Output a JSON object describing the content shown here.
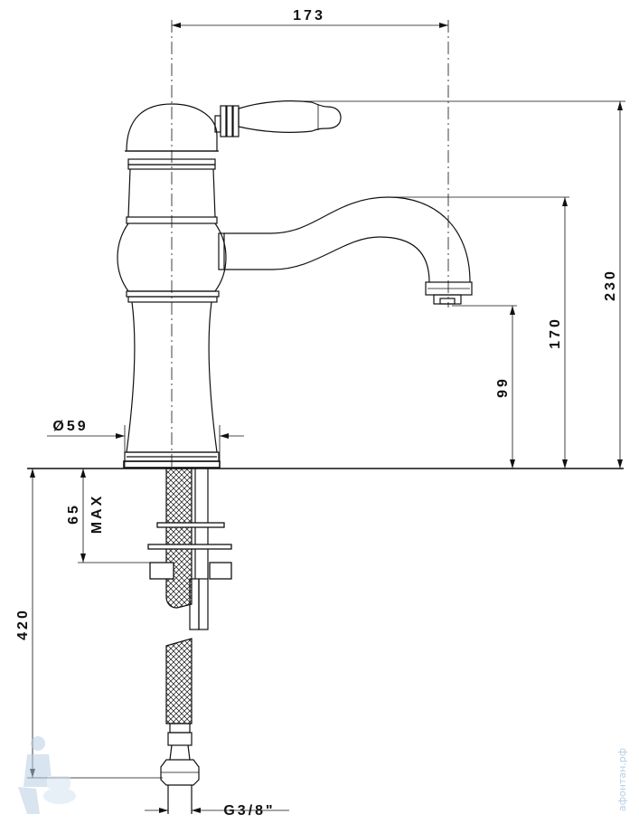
{
  "dimensions": {
    "width_total": "173",
    "height_total": "230",
    "spout_height": "170",
    "outlet_height": "99",
    "base_diameter": "Ø59",
    "deck_thickness_value": "65",
    "deck_thickness_note": "MAX",
    "hose_length": "420",
    "thread": "G3/8\""
  },
  "watermark": {
    "site": "афонтан.рф"
  },
  "colors": {
    "line": "#111111",
    "watermark": "#b9cfe4"
  }
}
